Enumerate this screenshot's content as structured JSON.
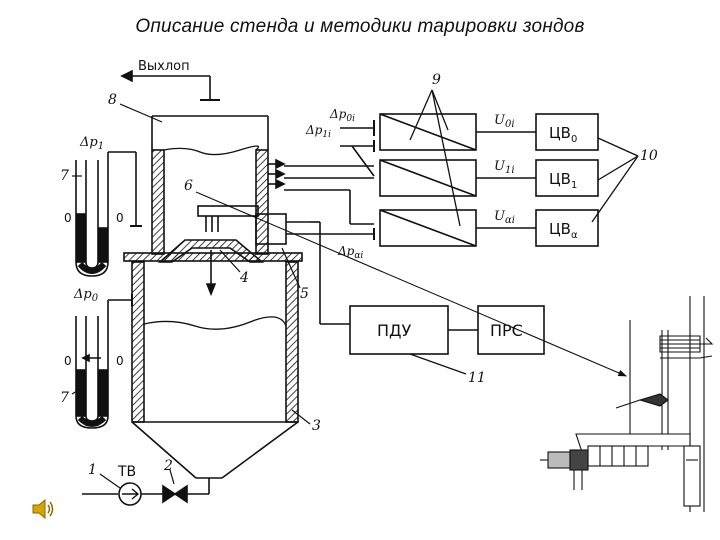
{
  "slide": {
    "title": "Описание стенда и методики тарировки зондов"
  },
  "colors": {
    "background": "#ffffff",
    "line": "#111111",
    "speaker_icon": "#d9a400"
  },
  "diagram": {
    "exhaust_label": "Выхлоп",
    "meters": {
      "dp1": "Δp",
      "dp1_sub": "1",
      "dp0": "Δp",
      "dp0_sub": "0",
      "zero_left_top": "0",
      "zero_right_top": "0",
      "zero_left_bottom": "0",
      "zero_right_bottom": "0"
    },
    "pressure_labels": {
      "p0i": "Δp",
      "p0i_sub": "0i",
      "p1i": "Δp",
      "p1i_sub": "1i",
      "pai": "Δp",
      "pai_sub": "αi"
    },
    "voltages": {
      "u0": "U",
      "u0_sub": "0i",
      "u1": "U",
      "u1_sub": "1i",
      "ua": "U",
      "ua_sub": "αi"
    },
    "blocks": {
      "cv0": "ЦВ",
      "cv0_sub": "0",
      "cv1": "ЦВ",
      "cv1_sub": "1",
      "cva": "ЦВ",
      "cva_sub": "α",
      "pdu": "ПДУ",
      "prs": "ПРС"
    },
    "valve_label": "ТВ",
    "numbers": {
      "n1": "1",
      "n2": "2",
      "n3": "3",
      "n4": "4",
      "n5": "5",
      "n6": "6",
      "n7a": "7",
      "n7b": "7",
      "n8": "8",
      "n9": "9",
      "n10": "10",
      "n11": "11"
    }
  },
  "icons": {
    "speaker": "speaker-icon"
  }
}
